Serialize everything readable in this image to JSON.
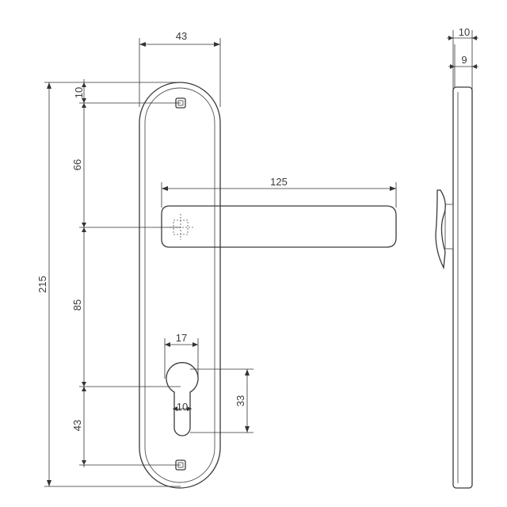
{
  "dimensions": {
    "plate_width": "43",
    "top_offset": "10",
    "handle_to_top_screw": "66",
    "total_height": "215",
    "handle_to_cylinder": "85",
    "cylinder_to_bottom_screw": "43",
    "lever_length": "125",
    "cylinder_width": "17",
    "cylinder_slot_width": "10",
    "cylinder_height": "33",
    "side_total_depth": "10",
    "side_plate_depth": "9"
  },
  "colors": {
    "line": "#3a3a3a",
    "background": "#ffffff"
  }
}
